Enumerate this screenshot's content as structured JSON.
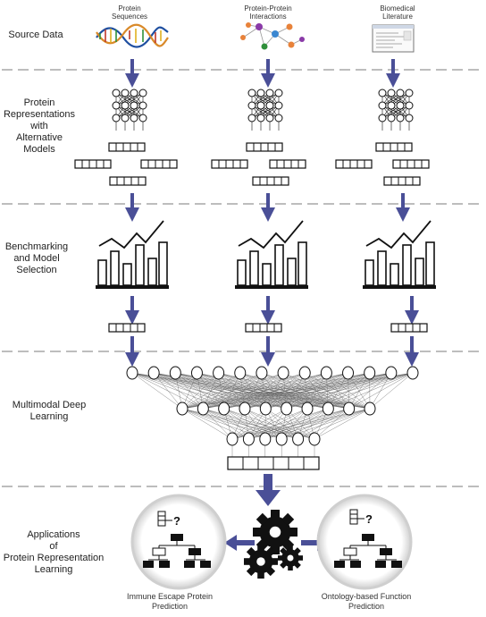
{
  "stages": {
    "source_data": "Source Data",
    "representations": [
      "Protein",
      "Representations",
      "with",
      "Alternative",
      "Models"
    ],
    "benchmarking": [
      "Benchmarking",
      "and Model",
      "Selection"
    ],
    "multimodal": [
      "Multimodal Deep",
      "Learning"
    ],
    "applications": [
      "Applications",
      "of",
      "Protein Representation",
      "Learning"
    ]
  },
  "sources": {
    "protein_sequences": [
      "Protein",
      "Sequences"
    ],
    "ppi": [
      "Protein-Protein",
      "Interactions"
    ],
    "literature": [
      "Biomedical",
      "Literature"
    ]
  },
  "outputs": {
    "immune_escape": [
      "Immune Escape Protein",
      "Prediction"
    ],
    "ontology_function": [
      "Ontology-based Function",
      "Prediction"
    ],
    "question_mark": "?"
  },
  "colors": {
    "arrow": "#4a4f97",
    "divider": "#bdbdbd",
    "stroke": "#111111"
  }
}
